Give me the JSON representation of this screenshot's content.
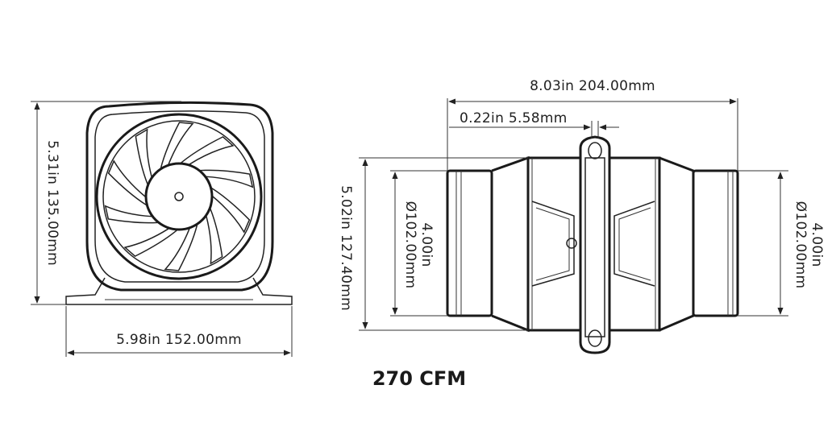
{
  "front_view": {
    "width_label": "5.98in  152.00mm",
    "height_label": "5.31in  135.00mm"
  },
  "side_view": {
    "length_label": "8.03in  204.00mm",
    "flange_label": "0.22in  5.58mm",
    "body_height_label": "5.02in  127.40mm",
    "left_diameter_label": "4.00in\nØ102.00mm",
    "right_diameter_label": "4.00in\nØ102.00mm"
  },
  "rating": "270 CFM"
}
